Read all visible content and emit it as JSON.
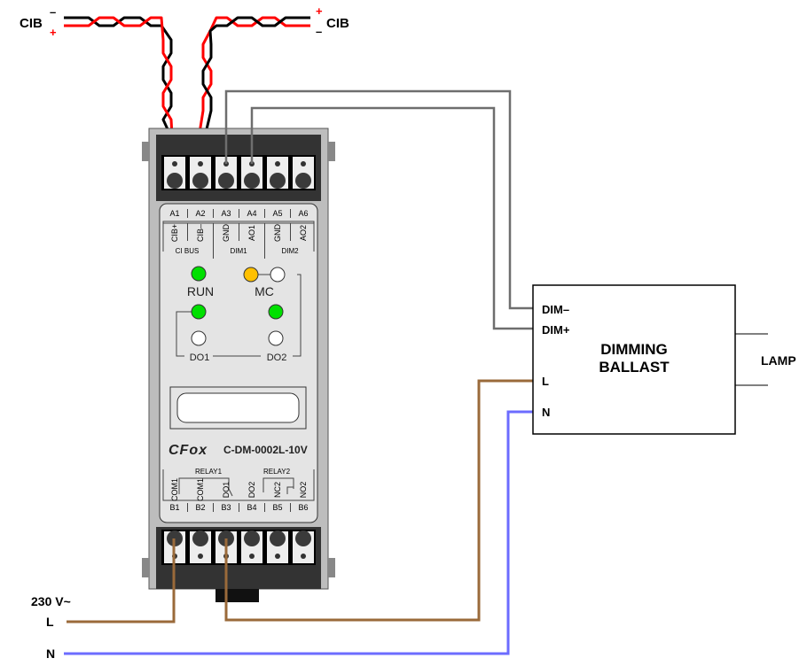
{
  "colors": {
    "cib_plus": "#ff0000",
    "cib_minus": "#000000",
    "dim_wire": "#6e6e6e",
    "live": "#9a6a3a",
    "neutral": "#6c6cff",
    "led_green": "#00e000",
    "led_orange": "#ffc000",
    "led_white": "#ffffff",
    "panel": "#e4e4e4",
    "housing": "#bdbdbd",
    "terminal_block": "#333333"
  },
  "bus_left": {
    "label": "CIB",
    "minus": "–",
    "plus": "+"
  },
  "bus_right": {
    "label": "CIB",
    "minus": "–",
    "plus": "+"
  },
  "module": {
    "top_terminals": [
      "A1",
      "A2",
      "A3",
      "A4",
      "A5",
      "A6"
    ],
    "top_functions": [
      "CIB+",
      "CIB–",
      "GND",
      "AO1",
      "GND",
      "AO2"
    ],
    "top_groups": [
      "CI BUS",
      "DIM1",
      "DIM2"
    ],
    "leds": {
      "run": "RUN",
      "mc": "MC",
      "do1": "DO1",
      "do2": "DO2"
    },
    "brand": "CFox",
    "model": "C-DM-0002L-10V",
    "relay_groups": [
      "RELAY1",
      "RELAY2"
    ],
    "bottom_functions": [
      "COM1",
      "COM1",
      "DO1",
      "DO2",
      "NC2",
      "NO2"
    ],
    "bottom_terminals": [
      "B1",
      "B2",
      "B3",
      "B4",
      "B5",
      "B6"
    ]
  },
  "ballast": {
    "title_line1": "DIMMING",
    "title_line2": "BALLAST",
    "dim_minus": "DIM–",
    "dim_plus": "DIM+",
    "l": "L",
    "n": "N"
  },
  "lamp": "LAMP",
  "supply": {
    "voltage": "230 V~",
    "l": "L",
    "n": "N"
  }
}
